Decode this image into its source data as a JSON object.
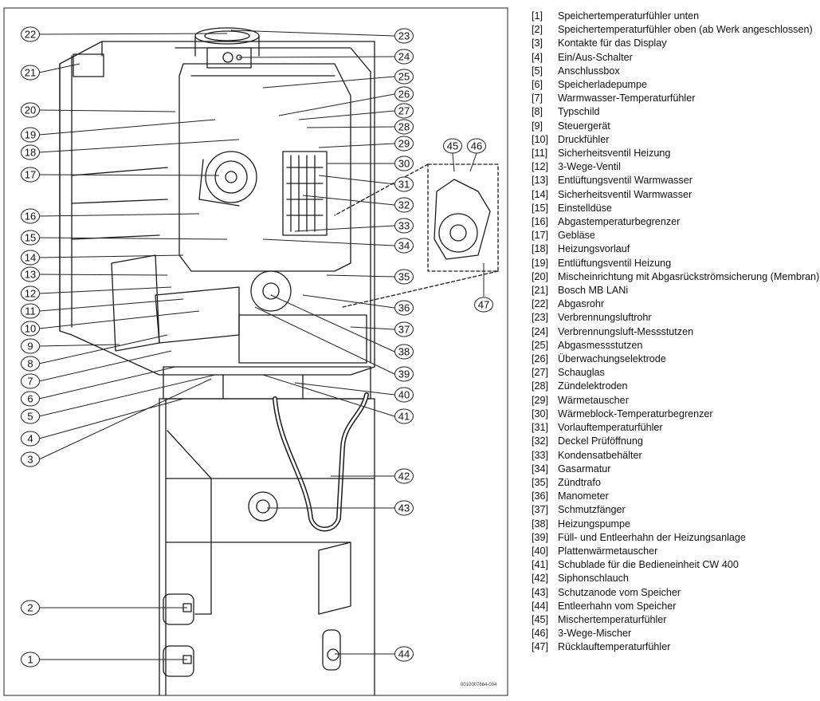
{
  "diagram": {
    "figure_code": "0010007664-004",
    "callouts": [
      "1",
      "2",
      "3",
      "4",
      "5",
      "6",
      "7",
      "8",
      "9",
      "10",
      "11",
      "12",
      "13",
      "14",
      "15",
      "16",
      "17",
      "18",
      "19",
      "20",
      "21",
      "22",
      "23",
      "24",
      "25",
      "26",
      "27",
      "28",
      "29",
      "30",
      "31",
      "32",
      "33",
      "34",
      "35",
      "36",
      "37",
      "38",
      "39",
      "40",
      "41",
      "42",
      "43",
      "44",
      "45",
      "46",
      "47"
    ]
  },
  "legend": {
    "items": [
      {
        "num": "[1]",
        "text": "Speichertemperaturfühler unten"
      },
      {
        "num": "[2]",
        "text": "Speichertemperaturfühler oben (ab Werk angeschlossen)"
      },
      {
        "num": "[3]",
        "text": "Kontakte für das Display"
      },
      {
        "num": "[4]",
        "text": "Ein/Aus-Schalter"
      },
      {
        "num": "[5]",
        "text": "Anschlussbox"
      },
      {
        "num": "[6]",
        "text": "Speicherladepumpe"
      },
      {
        "num": "[7]",
        "text": "Warmwasser-Temperaturfühler"
      },
      {
        "num": "[8]",
        "text": "Typschild"
      },
      {
        "num": "[9]",
        "text": "Steuergerät"
      },
      {
        "num": "[10]",
        "text": "Druckfühler"
      },
      {
        "num": "[11]",
        "text": "Sicherheitsventil Heizung"
      },
      {
        "num": "[12]",
        "text": "3-Wege-Ventil"
      },
      {
        "num": "[13]",
        "text": "Entlüftungsventil Warmwasser"
      },
      {
        "num": "[14]",
        "text": "Sicherheitsventil Warmwasser"
      },
      {
        "num": "[15]",
        "text": "Einstelldüse"
      },
      {
        "num": "[16]",
        "text": "Abgastemperaturbegrenzer"
      },
      {
        "num": "[17]",
        "text": "Gebläse"
      },
      {
        "num": "[18]",
        "text": "Heizungsvorlauf"
      },
      {
        "num": "[19]",
        "text": "Entlüftungsventil Heizung"
      },
      {
        "num": "[20]",
        "text": "Mischeinrichtung mit Abgasrückströmsicherung (Membran)"
      },
      {
        "num": "[21]",
        "text": "Bosch MB LANi"
      },
      {
        "num": "[22]",
        "text": "Abgasrohr"
      },
      {
        "num": "[23]",
        "text": "Verbrennungsluftrohr"
      },
      {
        "num": "[24]",
        "text": "Verbrennungsluft-Messstutzen"
      },
      {
        "num": "[25]",
        "text": "Abgasmessstutzen"
      },
      {
        "num": "[26]",
        "text": "Überwachungselektrode"
      },
      {
        "num": "[27]",
        "text": "Schauglas"
      },
      {
        "num": "[28]",
        "text": "Zündelektroden"
      },
      {
        "num": "[29]",
        "text": "Wärmetauscher"
      },
      {
        "num": "[30]",
        "text": "Wärmeblock-Temperaturbegrenzer"
      },
      {
        "num": "[31]",
        "text": "Vorlauftemperaturfühler"
      },
      {
        "num": "[32]",
        "text": "Deckel Prüföffnung"
      },
      {
        "num": "[33]",
        "text": "Kondensatbehälter"
      },
      {
        "num": "[34]",
        "text": "Gasarmatur"
      },
      {
        "num": "[35]",
        "text": "Zündtrafo"
      },
      {
        "num": "[36]",
        "text": "Manometer"
      },
      {
        "num": "[37]",
        "text": "Schmutzfänger"
      },
      {
        "num": "[38]",
        "text": "Heizungspumpe"
      },
      {
        "num": "[39]",
        "text": "Füll- und Entleerhahn der Heizungsanlage"
      },
      {
        "num": "[40]",
        "text": "Plattenwärmetauscher"
      },
      {
        "num": "[41]",
        "text": "Schublade für die Bedieneinheit CW 400"
      },
      {
        "num": "[42]",
        "text": "Siphonschlauch"
      },
      {
        "num": "[43]",
        "text": "Schutzanode vom Speicher"
      },
      {
        "num": "[44]",
        "text": "Entleerhahn vom Speicher"
      },
      {
        "num": "[45]",
        "text": "Mischertemperaturfühler"
      },
      {
        "num": "[46]",
        "text": "3-Wege-Mischer"
      },
      {
        "num": "[47]",
        "text": "Rücklauftemperaturfühler"
      }
    ]
  }
}
